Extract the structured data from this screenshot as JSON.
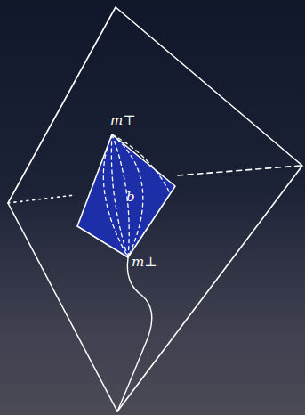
{
  "diagram": {
    "labels": [
      "m⊤",
      "b",
      "m⊥"
    ]
  }
}
